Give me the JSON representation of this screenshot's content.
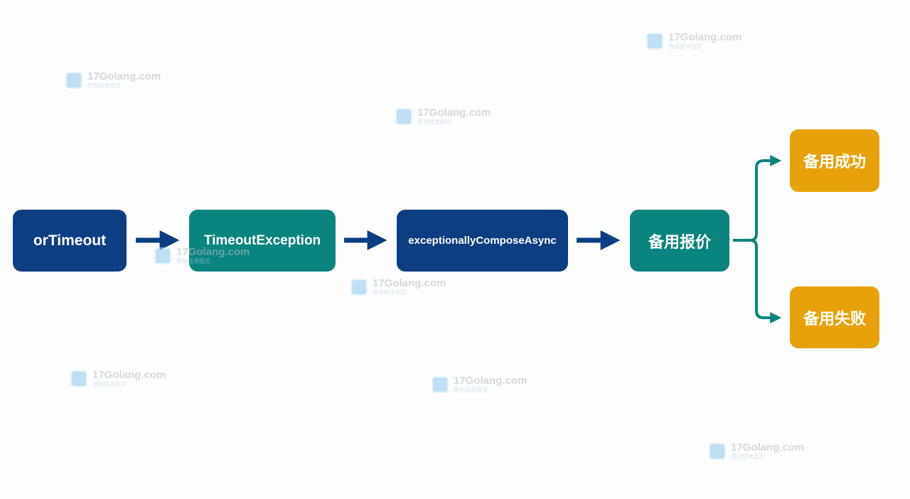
{
  "diagram": {
    "nodes": [
      {
        "id": "or-timeout",
        "label": "orTimeout",
        "color": "#0b3f82"
      },
      {
        "id": "timeout-exception",
        "label": "TimeoutException",
        "color": "#0b847e"
      },
      {
        "id": "exceptionally-compose-async",
        "label": "exceptionallyComposeAsync",
        "color": "#0b3f82"
      },
      {
        "id": "backup-quote",
        "label": "备用报价",
        "color": "#0b847e"
      },
      {
        "id": "backup-success",
        "label": "备用成功",
        "color": "#e7a10a"
      },
      {
        "id": "backup-failure",
        "label": "备用失败",
        "color": "#e7a10a"
      }
    ],
    "edges": [
      {
        "from": "or-timeout",
        "to": "timeout-exception",
        "color": "#0b3f82"
      },
      {
        "from": "timeout-exception",
        "to": "exceptionally-compose-async",
        "color": "#0b3f82"
      },
      {
        "from": "exceptionally-compose-async",
        "to": "backup-quote",
        "color": "#0b3f82"
      },
      {
        "from": "backup-quote",
        "to": "backup-success",
        "color": "#0b847e"
      },
      {
        "from": "backup-quote",
        "to": "backup-failure",
        "color": "#0b847e"
      }
    ]
  },
  "watermark": {
    "title": "17Golang.com",
    "subtitle": "原创技术图文",
    "logo_color": "#8fc8ec",
    "count": 8
  }
}
